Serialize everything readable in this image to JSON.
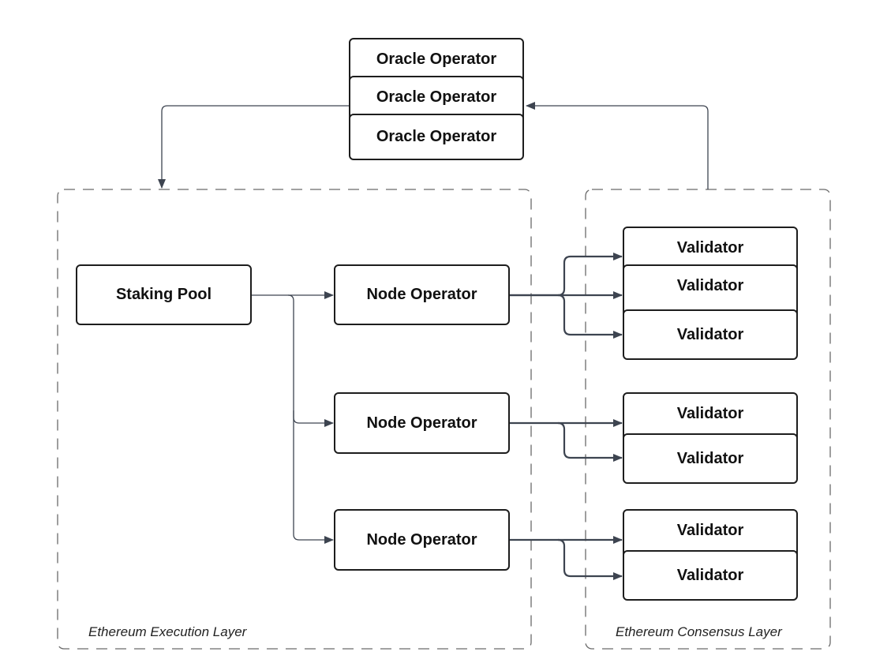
{
  "oracle": {
    "label": "Oracle Operator"
  },
  "staking_pool": {
    "label": "Staking Pool"
  },
  "node_operator": {
    "label": "Node Operator"
  },
  "validator": {
    "label": "Validator"
  },
  "layers": {
    "execution": "Ethereum Execution Layer",
    "consensus": "Ethereum Consensus Layer"
  },
  "colors": {
    "box_border": "#1d1d1d",
    "arrow": "#3d4450",
    "dashed": "#6a6a6a",
    "text": "#111111"
  }
}
